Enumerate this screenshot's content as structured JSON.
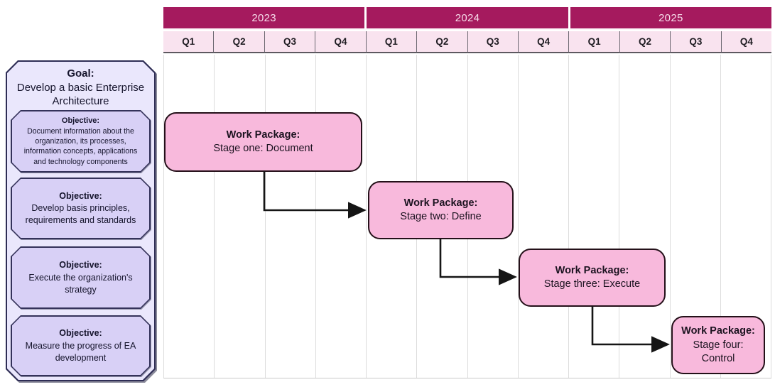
{
  "timeline": {
    "years": [
      {
        "label": "2023"
      },
      {
        "label": "2024"
      },
      {
        "label": "2025"
      }
    ],
    "quarters": [
      "Q1",
      "Q2",
      "Q3",
      "Q4",
      "Q1",
      "Q2",
      "Q3",
      "Q4",
      "Q1",
      "Q2",
      "Q3",
      "Q4"
    ]
  },
  "sidebar": {
    "goal": {
      "title": "Goal:",
      "text": "Develop a basic Enterprise Architecture"
    },
    "objectives": [
      {
        "title": "Objective:",
        "text": "Document information about the organization, its processes, information concepts, applications and technology components"
      },
      {
        "title": "Objective:",
        "text": "Develop basis principles, requirements and standards"
      },
      {
        "title": "Objective:",
        "text": "Execute the organization's strategy"
      },
      {
        "title": "Objective:",
        "text": "Measure the progress of EA development"
      }
    ]
  },
  "work_packages": [
    {
      "title": "Work Package:",
      "subtitle": "Stage one: Document",
      "start": "2023 Q1",
      "end": "2023 Q4"
    },
    {
      "title": "Work Package:",
      "subtitle": "Stage two: Define",
      "start": "2024 Q1",
      "end": "2024 Q3"
    },
    {
      "title": "Work Package:",
      "subtitle": "Stage three: Execute",
      "start": "2024 Q4",
      "end": "2025 Q2"
    },
    {
      "title": "Work Package:",
      "subtitle": "Stage four: Control",
      "start": "2025 Q3",
      "end": "2025 Q4"
    }
  ],
  "colors": {
    "year_band": "#a51a5e",
    "year_text": "#f6dcea",
    "quarter_band": "#f9e3ef",
    "work_package_fill": "#f8b9dc",
    "sidebar_fill": "#eae7fc",
    "objective_fill": "#d8d0f6",
    "box_border_dark": "#2e2d55",
    "arrow": "#151515",
    "gridline": "#dcdcdc"
  }
}
